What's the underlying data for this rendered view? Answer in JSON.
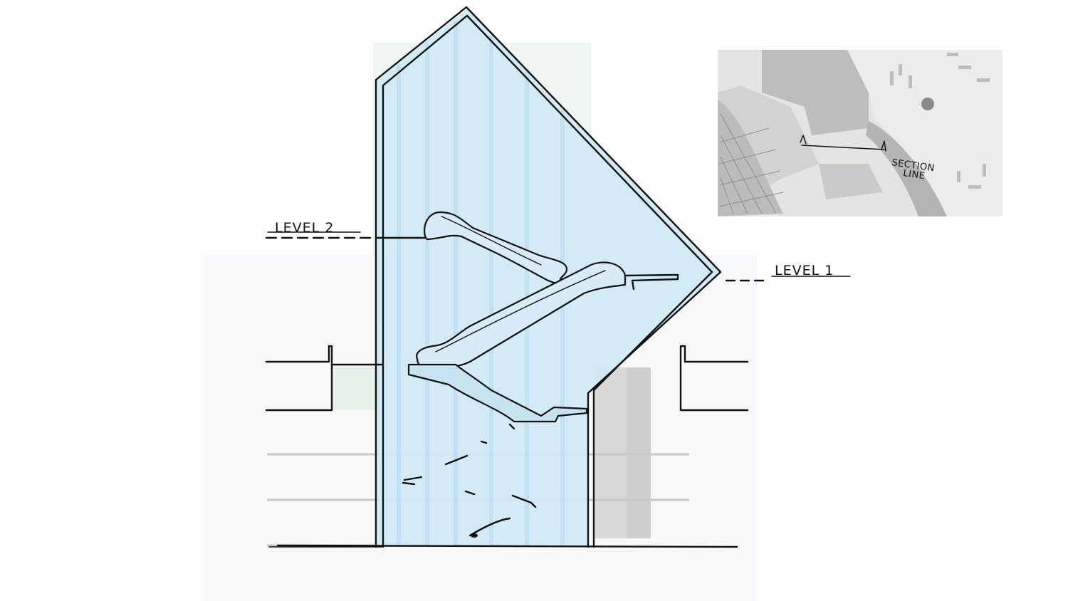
{
  "labels": {
    "level_2": "LEVEL 2",
    "level_1": "LEVEL 1",
    "section_line_1": "SECTION",
    "section_line_2": "LINE"
  },
  "colors": {
    "glass": "#cfe9f5",
    "glass_edge": "#a9d6ec",
    "ink": "#111111",
    "building_fill": "#f7f8fa",
    "shadow_grey": "#d6d6d6",
    "inset_bg": "#e4e4e2"
  },
  "icons": {
    "section_marker": "section-marker-icon"
  }
}
